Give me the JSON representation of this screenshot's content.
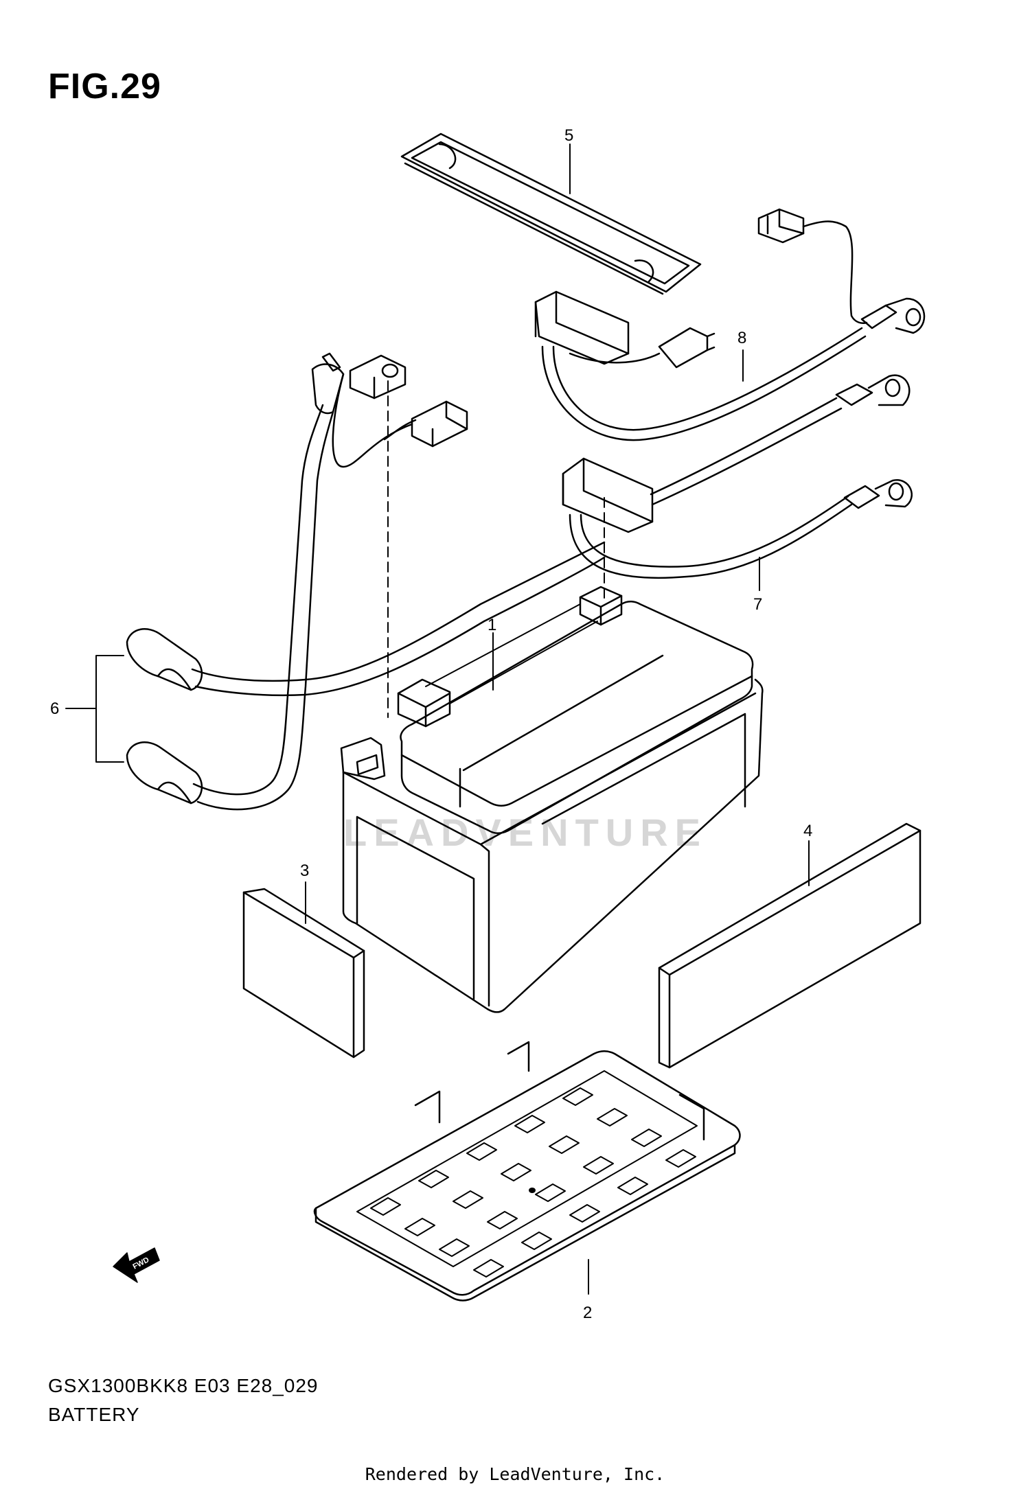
{
  "figure": {
    "title": "FIG.29",
    "code": "GSX1300BKK8 E03 E28_029",
    "caption": "BATTERY"
  },
  "callouts": [
    {
      "id": "1",
      "part": "battery"
    },
    {
      "id": "2",
      "part": "battery-tray"
    },
    {
      "id": "3",
      "part": "small-pad"
    },
    {
      "id": "4",
      "part": "large-pad"
    },
    {
      "id": "5",
      "part": "battery-strap"
    },
    {
      "id": "6",
      "part": "cable-caps"
    },
    {
      "id": "7",
      "part": "negative-cable"
    },
    {
      "id": "8",
      "part": "positive-cable"
    }
  ],
  "fwd_label": "FWD",
  "watermark": "LEADVENTURE",
  "footer": "Rendered by LeadVenture, Inc.",
  "colors": {
    "line": "#000000",
    "background": "#ffffff",
    "watermark": "#d6d6d6"
  }
}
